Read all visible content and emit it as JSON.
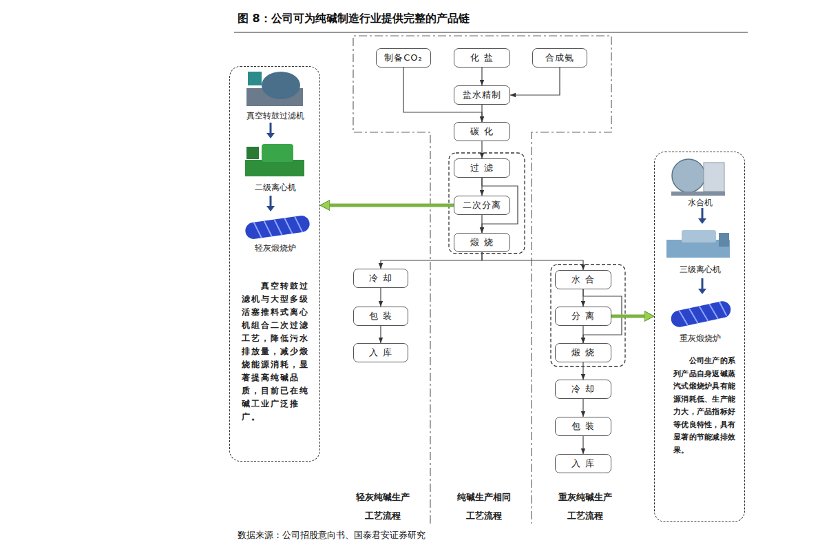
{
  "diagram": {
    "title": "图 8：公司可为纯碱制造行业提供完整的产品链",
    "caption": "数据来源：公司招股意向书、国泰君安证券研究",
    "nodes": [
      {
        "text": [
          "制备CO₂"
        ]
      },
      {
        "text": [
          "化 盐"
        ]
      },
      {
        "text": [
          "合成氨"
        ]
      },
      {
        "text": [
          "盐水精制"
        ]
      },
      {
        "text": [
          "碳 化"
        ]
      },
      {
        "text": [
          "过 滤"
        ]
      },
      {
        "text": [
          "二次分离"
        ]
      },
      {
        "text": [
          "煅 烧"
        ]
      },
      {
        "text": [
          "冷 却"
        ]
      },
      {
        "text": [
          "包 装"
        ]
      },
      {
        "text": [
          "入 库"
        ]
      },
      {
        "text": [
          "水 合"
        ]
      },
      {
        "text": [
          "分 离"
        ]
      },
      {
        "text": [
          "煅 烧"
        ]
      },
      {
        "text": [
          "冷 却"
        ]
      },
      {
        "text": [
          "包 装"
        ]
      },
      {
        "text": [
          "入 库"
        ]
      },
      {
        "text": [
          "真空转鼓过滤机",
          "二级离心机",
          "轻灰煅烧炉",
          "真空转鼓过滤机与大型多级活塞推料式离心机组合二次过滤工艺，降低污水排放量，减少煅烧能源消耗，显著提高纯碱品质，目前已在纯碱工业广泛推广。"
        ]
      },
      {
        "text": [
          "水合机",
          "三级离心机",
          "重灰煅烧炉",
          "公司生产的系列产品自身返碱蒸汽式煅烧炉具有能源消耗低、生产能力大，产品指标好等优良特性，具有显著的节能减排效果。"
        ]
      }
    ],
    "edges": [
      {
        "from": 0,
        "to": 4,
        "arrow": "to"
      },
      {
        "from": 1,
        "to": 3,
        "arrow": "to"
      },
      {
        "from": 2,
        "to": 3,
        "arrow": "to"
      },
      {
        "from": 3,
        "to": 4,
        "arrow": "to"
      },
      {
        "from": 4,
        "to": 5,
        "arrow": "to"
      },
      {
        "from": 5,
        "to": 6,
        "arrow": "to"
      },
      {
        "from": 5,
        "to": 7,
        "arrow": "to"
      },
      {
        "from": 6,
        "to": 7,
        "arrow": "to"
      },
      {
        "from": 7,
        "to": 8,
        "arrow": "to"
      },
      {
        "from": 7,
        "to": 11,
        "arrow": "to"
      },
      {
        "from": 8,
        "to": 9,
        "arrow": "to"
      },
      {
        "from": 9,
        "to": 10,
        "arrow": "to"
      },
      {
        "from": 11,
        "to": 12,
        "arrow": "to"
      },
      {
        "from": 11,
        "to": 13,
        "arrow": "to"
      },
      {
        "from": 12,
        "to": 13,
        "arrow": "to"
      },
      {
        "from": 13,
        "to": 14,
        "arrow": "to"
      },
      {
        "from": 14,
        "to": 15,
        "arrow": "to"
      },
      {
        "from": 15,
        "to": 16,
        "arrow": "to"
      },
      {
        "from": 6,
        "to": 17,
        "arrow": "to"
      },
      {
        "from": 12,
        "to": 18,
        "arrow": "to"
      }
    ],
    "labels": [
      "轻灰纯碱生产 工艺流程",
      "纯碱生产相同 工艺流程",
      "重灰纯碱生产 工艺流程"
    ]
  }
}
